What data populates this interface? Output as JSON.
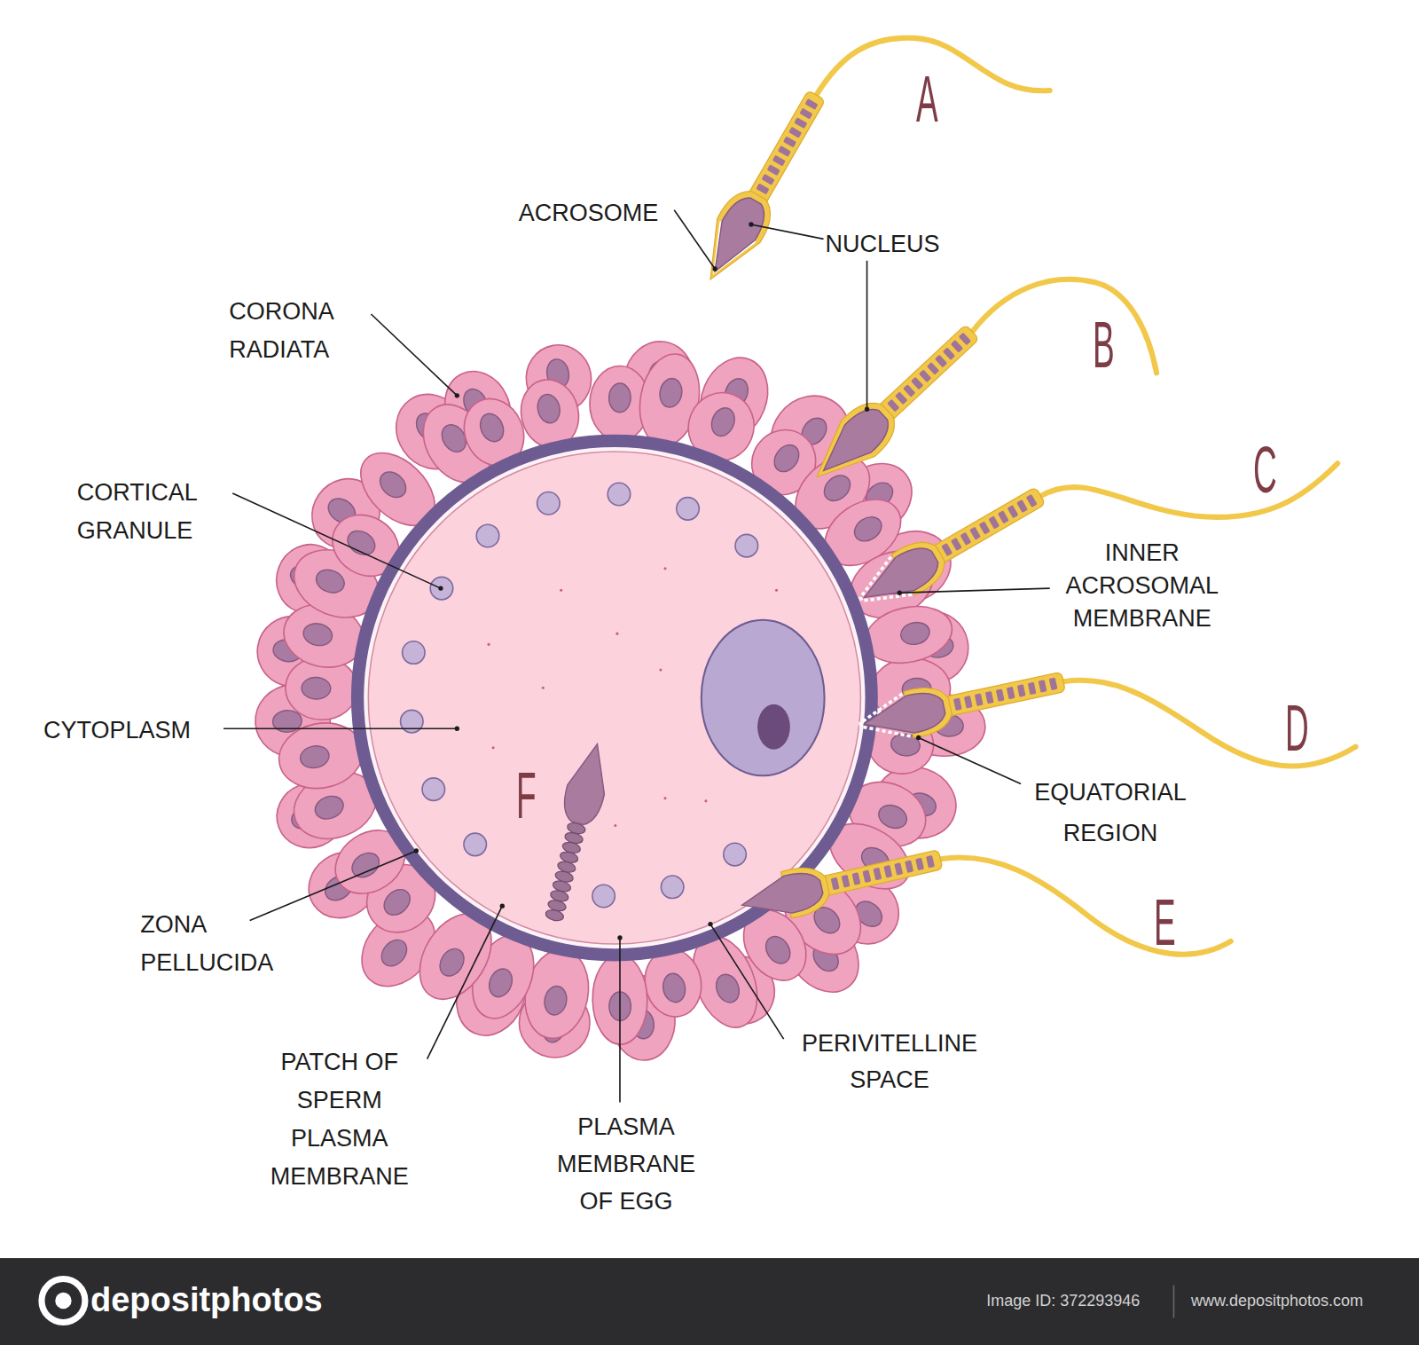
{
  "diagram": {
    "labels": [
      "ACROSOME",
      "NUCLEUS",
      "CORONA RADIATA",
      "CORTICAL GRANULE",
      "CYTOPLASM",
      "ZONA PELLUCIDA",
      "PATCH OF SPERM PLASMA MEMBRANE",
      "PLASMA MEMBRANE OF EGG",
      "PERIVITELLINE SPACE",
      "INNER ACROSOMAL MEMBRANE",
      "EQUATORIAL REGION",
      "A",
      "B",
      "C",
      "D",
      "E",
      "F",
      "depositphotos",
      "Image ID: 372293946",
      "www.depositphotos.com"
    ]
  }
}
